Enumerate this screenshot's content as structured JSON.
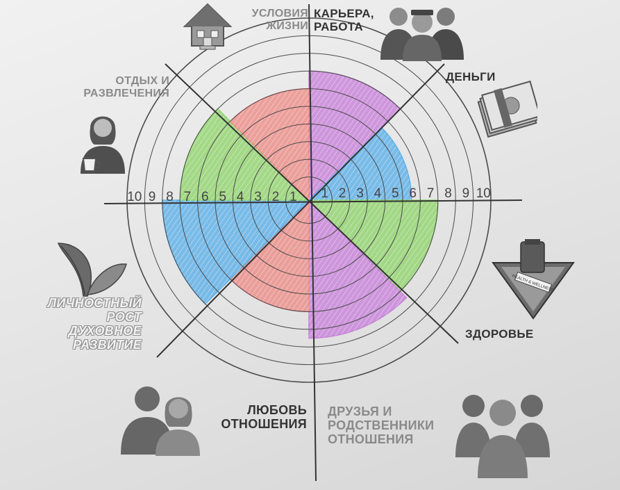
{
  "scale": [
    "1",
    "2",
    "3",
    "4",
    "5",
    "6",
    "7",
    "8",
    "9",
    "10"
  ],
  "categories": {
    "living": [
      "УСЛОВИЯ",
      "ЖИЗНИ"
    ],
    "career": [
      "КАРЬЕРА,",
      "РАБОТА"
    ],
    "money": [
      "ДЕНЬГИ"
    ],
    "leisure": [
      "ОТДЫХ И",
      "РАЗВЛЕЧЕНИЯ"
    ],
    "growth": [
      "ЛИЧНОСТНЫЙ",
      "РОСТ",
      "ДУХОВНОЕ",
      "РАЗВИТИЕ"
    ],
    "health": [
      "ЗДОРОВЬЕ"
    ],
    "love": [
      "ЛЮБОВЬ",
      "ОТНОШЕНИЯ"
    ],
    "friends": [
      "ДРУЗЬЯ И",
      "РОДСТВЕННИКИ",
      "ОТНОШЕНИЯ"
    ]
  },
  "icons": {
    "living": "house-icon",
    "career": "business-people-icon",
    "money": "money-stack-icon",
    "leisure": "woman-with-cup-icon",
    "growth": "leaf-icon",
    "health": "health-wellness-badge-icon",
    "love": "couple-icon",
    "friends": "group-of-people-icon"
  },
  "health_badge_text": "HEALTH & WELLNESS",
  "chart_data": {
    "type": "radar",
    "max": 10,
    "sectors": [
      {
        "name": "КАРЬЕРА, РАБОТА",
        "value": 7,
        "color": "#c77fd8"
      },
      {
        "name": "ДЕНЬГИ",
        "value": 5.5,
        "color": "#5aaee8"
      },
      {
        "name": "ЗДОРОВЬЕ",
        "value": 7,
        "color": "#8fd46a"
      },
      {
        "name": "ДРУЗЬЯ И РОДСТВЕННИКИ ОТНОШЕНИЯ",
        "value": 7.5,
        "color": "#c77fd8"
      },
      {
        "name": "ЛЮБОВЬ ОТНОШЕНИЯ",
        "value": 6,
        "color": "#ec8a85"
      },
      {
        "name": "ЛИЧНОСТНЫЙ РОСТ ДУХОВНОЕ РАЗВИТИЕ",
        "value": 8,
        "color": "#5aaee8"
      },
      {
        "name": "ОТДЫХ И РАЗВЛЕЧЕНИЯ",
        "value": 7,
        "color": "#8fd46a"
      },
      {
        "name": "УСЛОВИЯ ЖИЗНИ",
        "value": 6,
        "color": "#ec8a85"
      }
    ]
  }
}
